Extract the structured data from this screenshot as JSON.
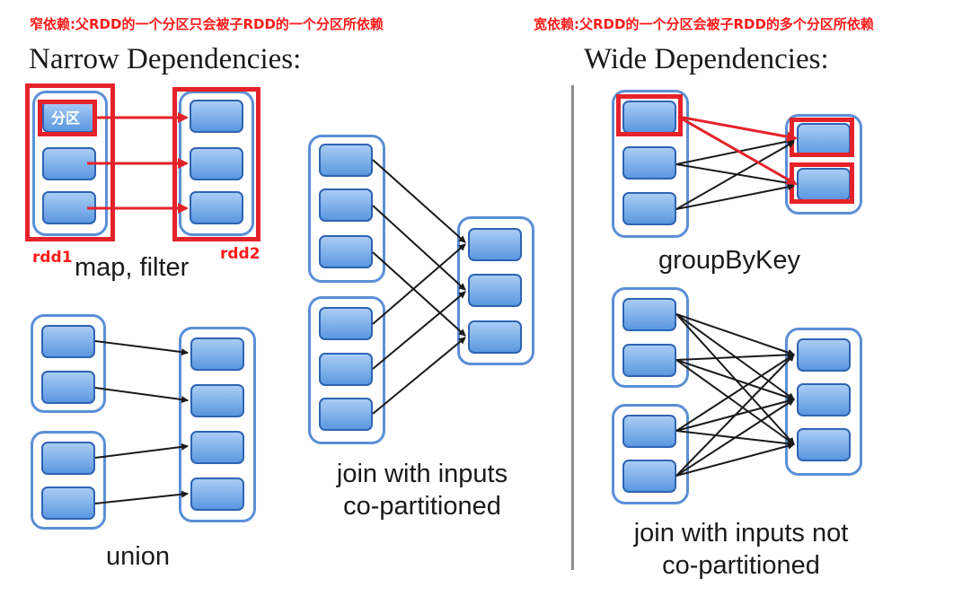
{
  "annotations": {
    "narrow_note": "窄依赖:父RDD的一个分区只会被子RDD的一个分区所依赖",
    "wide_note": "宽依赖:父RDD的一个分区会被子RDD的多个分区所依赖",
    "partition_label": "分区",
    "rdd1_label": "rdd1",
    "rdd2_label": "rdd2"
  },
  "headings": {
    "narrow": "Narrow Dependencies:",
    "wide": "Wide Dependencies:"
  },
  "captions": {
    "map_filter": "map, filter",
    "union": "union",
    "join_copart_line1": "join with inputs",
    "join_copart_line2": "co-partitioned",
    "groupbykey": "groupByKey",
    "join_not_copart_line1": "join with inputs not",
    "join_not_copart_line2": "co-partitioned"
  },
  "colors": {
    "annotation_red": "#ff1a1a",
    "highlight_red": "#e5222a",
    "pill_border": "#5b8fd6",
    "box_fill_top": "#a9ccf5",
    "box_fill_bottom": "#5b98e0",
    "arrow": "#1a1a1a"
  }
}
